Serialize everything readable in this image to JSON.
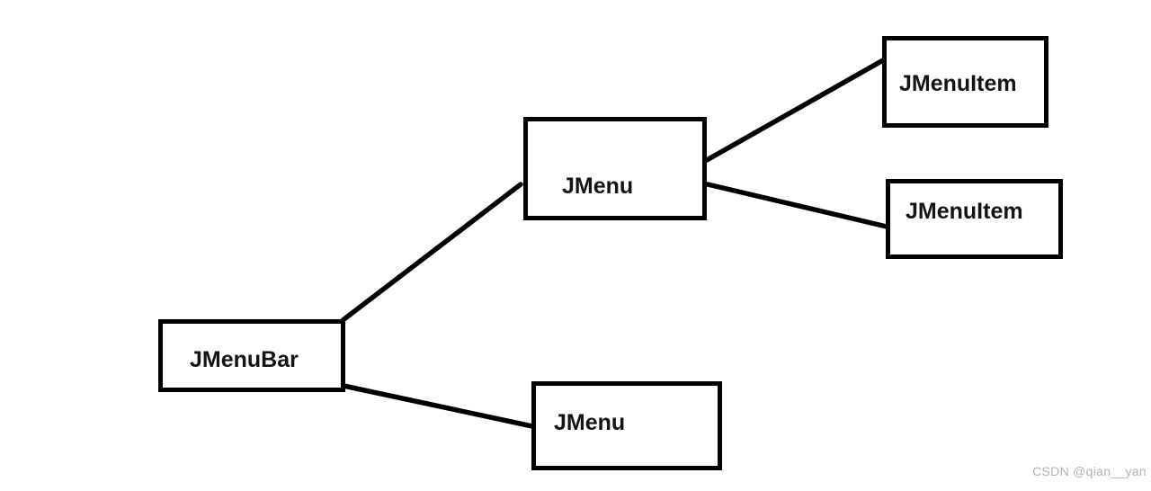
{
  "diagram": {
    "type": "hierarchy",
    "nodes": {
      "jmenubar": {
        "label": "JMenuBar"
      },
      "jmenu_top": {
        "label": "JMenu"
      },
      "jmenu_bottom": {
        "label": "JMenu"
      },
      "jmenuitem_top": {
        "label": "JMenuItem"
      },
      "jmenuitem_bottom": {
        "label": "JMenuItem"
      }
    },
    "edges": [
      {
        "from": "jmenubar",
        "to": "jmenu_top"
      },
      {
        "from": "jmenubar",
        "to": "jmenu_bottom"
      },
      {
        "from": "jmenu_top",
        "to": "jmenuitem_top"
      },
      {
        "from": "jmenu_top",
        "to": "jmenuitem_bottom"
      }
    ],
    "colors": {
      "background": "#ffffff",
      "box_border": "#000000",
      "box_fill": "#ffffff",
      "text": "#141414",
      "edge_line": "#000000",
      "watermark": "#b2b2b2"
    }
  },
  "watermark": {
    "text": "CSDN @qian__yan"
  }
}
